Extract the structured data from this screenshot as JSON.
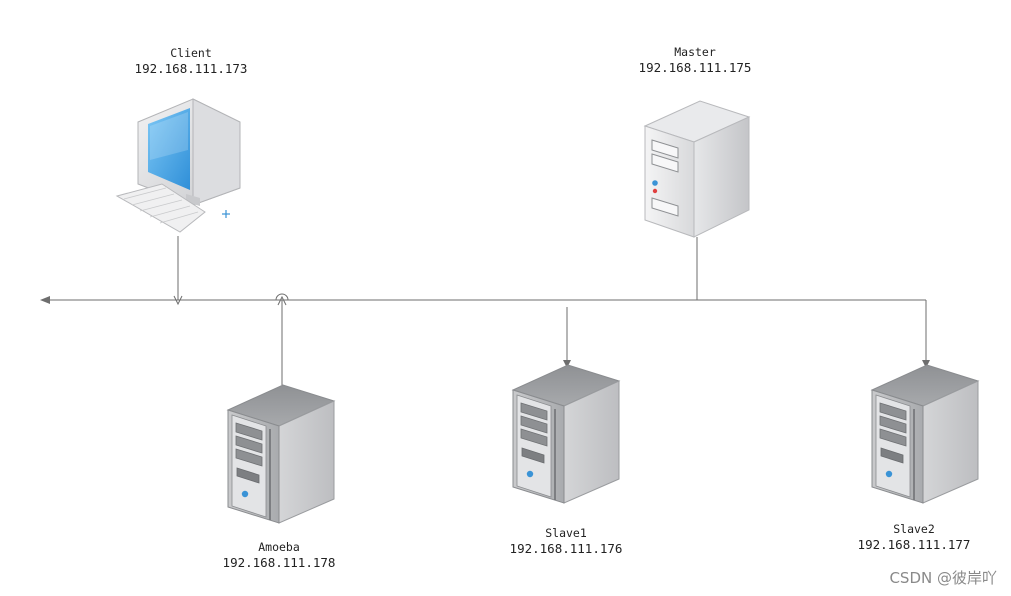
{
  "nodes": {
    "client": {
      "name": "Client",
      "ip": "192.168.111.173"
    },
    "master": {
      "name": "Master",
      "ip": "192.168.111.175"
    },
    "amoeba": {
      "name": "Amoeba",
      "ip": "192.168.111.178"
    },
    "slave1": {
      "name": "Slave1",
      "ip": "192.168.111.176"
    },
    "slave2": {
      "name": "Slave2",
      "ip": "192.168.111.177"
    }
  },
  "watermark": "CSDN @彼岸吖",
  "colors": {
    "line": "#6e6e6e",
    "screen": "#4ba8e8",
    "body_light": "#e8e9eb",
    "body_dark": "#9fa1a4",
    "led_blue": "#3a93d6",
    "led_red": "#e04040"
  }
}
